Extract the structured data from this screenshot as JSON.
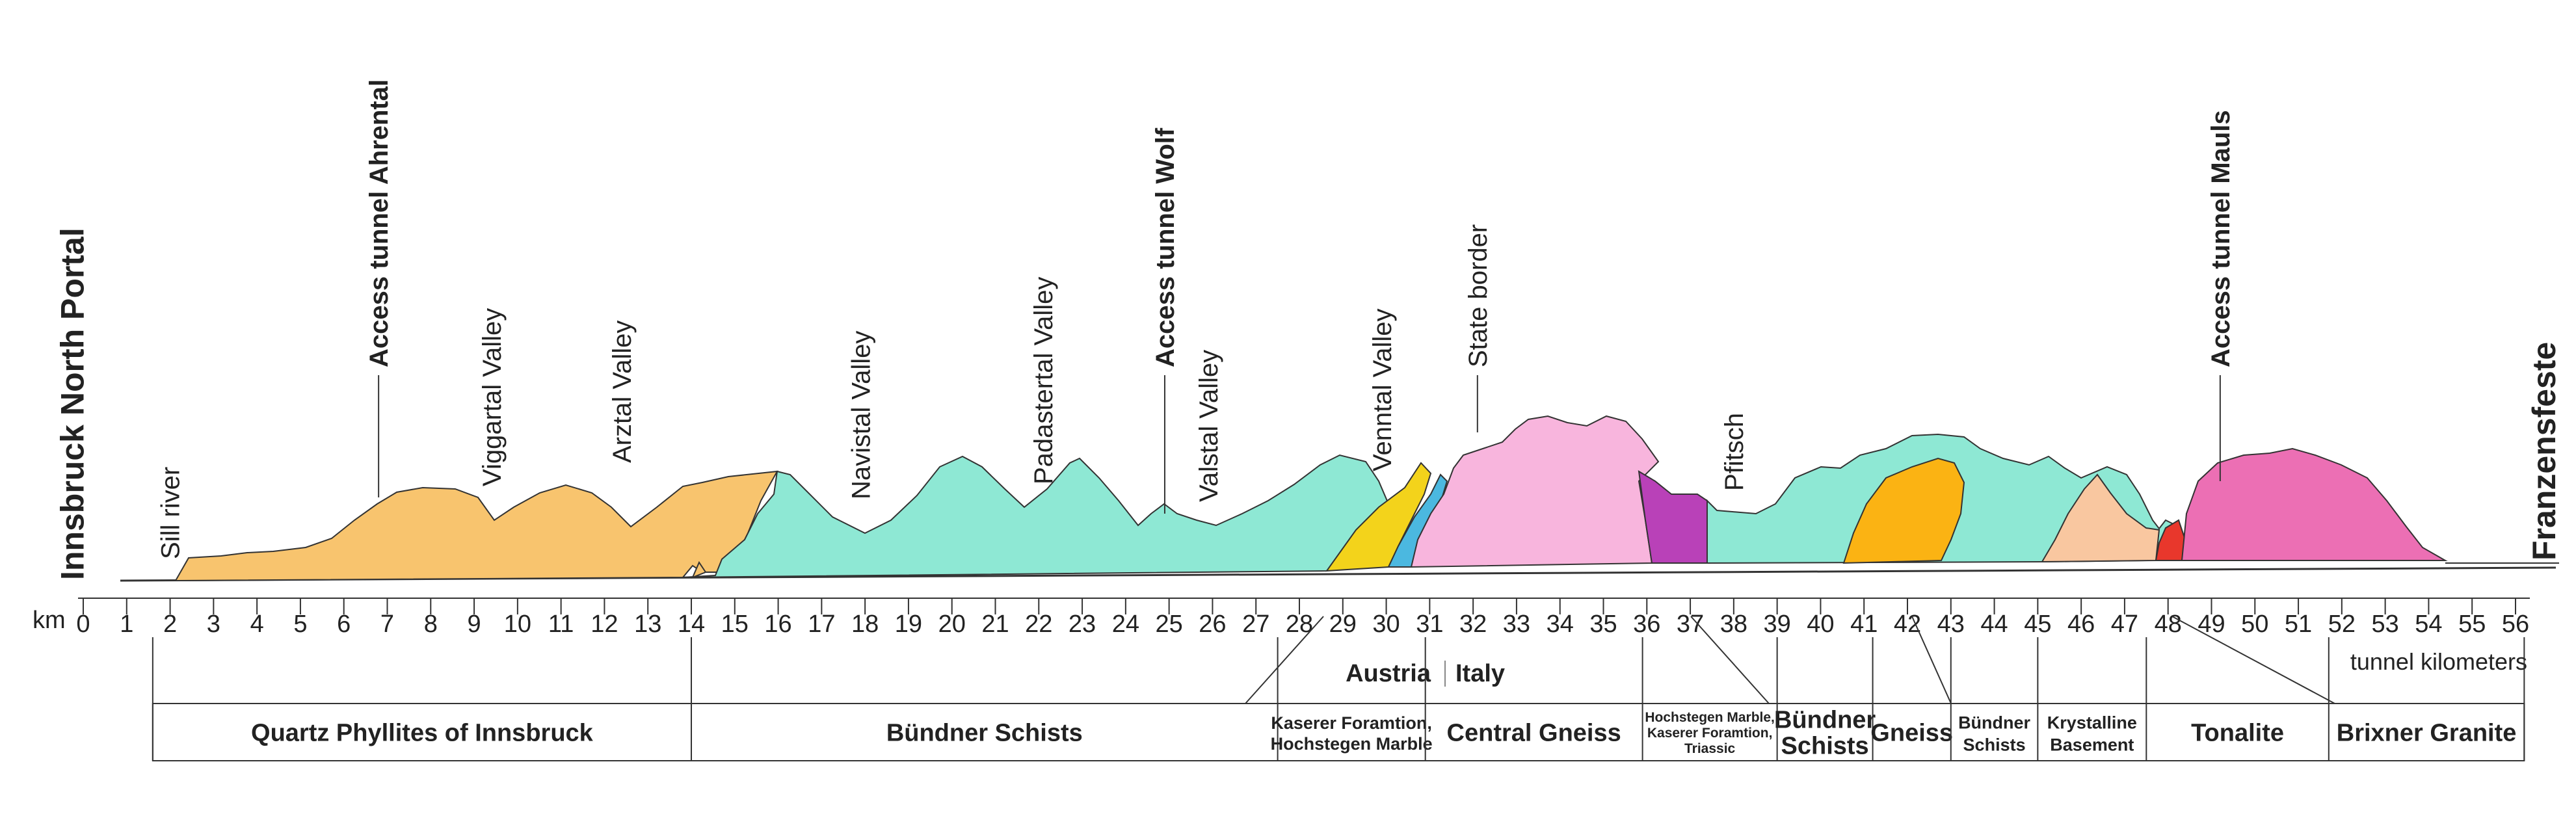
{
  "colors": {
    "quartz_phyllites": "#F8C46E",
    "buendner_schists": "#8EE8D4",
    "kaserer_yellow": "#F3D31B",
    "kaserer_blue": "#4BB8E0",
    "central_gneiss": "#F8B5DD",
    "hochstegen_purple": "#B941B8",
    "gneiss_orange": "#FBB313",
    "krystalline": "#F9C7A0",
    "tonalite_red": "#E8372C",
    "brixner_granite": "#EC6FB4",
    "outline": "#333333"
  },
  "top_labels": [
    {
      "name": "portal-north",
      "text": "Innsbruck North Portal",
      "km": -0.2,
      "bold": true,
      "size": "big"
    },
    {
      "name": "sill-river",
      "text": "Sill river",
      "km": 2.0,
      "bold": false
    },
    {
      "name": "access-ahrental",
      "text": "Access tunnel Ahrental",
      "km": 6.8,
      "bold": true,
      "leader": true
    },
    {
      "name": "viggartal",
      "text": "Viggartal Valley",
      "km": 9.4,
      "bold": false
    },
    {
      "name": "arztal",
      "text": "Arztal Valley",
      "km": 12.4,
      "bold": false
    },
    {
      "name": "navistal",
      "text": "Navistal Valley",
      "km": 17.9,
      "bold": false
    },
    {
      "name": "padastertal",
      "text": "Padastertal Valley",
      "km": 22.1,
      "bold": false
    },
    {
      "name": "access-wolf",
      "text": "Access tunnel Wolf",
      "km": 24.9,
      "bold": true,
      "leader": true
    },
    {
      "name": "valstal",
      "text": "Valstal Valley",
      "km": 25.9,
      "bold": false
    },
    {
      "name": "venntal",
      "text": "Venntal Valley",
      "km": 29.9,
      "bold": false
    },
    {
      "name": "state-border",
      "text": "State border",
      "km": 32.1,
      "bold": false,
      "leader": true
    },
    {
      "name": "pfitsch",
      "text": "Pfitsch",
      "km": 38.0,
      "bold": false
    },
    {
      "name": "access-mauls",
      "text": "Access tunnel Mauls",
      "km": 49.2,
      "bold": true,
      "leader": true
    },
    {
      "name": "franzensfeste",
      "text": "Franzensfeste",
      "km": 56.7,
      "bold": true,
      "size": "big"
    }
  ],
  "axis": {
    "unit": "km",
    "ticks": [
      "0",
      "1",
      "2",
      "3",
      "4",
      "5",
      "6",
      "7",
      "8",
      "9",
      "10",
      "11",
      "12",
      "13",
      "14",
      "15",
      "16",
      "17",
      "18",
      "19",
      "20",
      "21",
      "22",
      "23",
      "24",
      "25",
      "26",
      "27",
      "28",
      "29",
      "30",
      "31",
      "32",
      "33",
      "34",
      "35",
      "36",
      "37",
      "38",
      "39",
      "40",
      "41",
      "42",
      "43",
      "44",
      "45",
      "46",
      "47",
      "48",
      "49",
      "50",
      "51",
      "52",
      "53",
      "54",
      "55",
      "56"
    ],
    "kmin": 0,
    "kmax": 56,
    "tunnel_label": "tunnel kilometers",
    "country_left": "Austria",
    "country_right": "Italy",
    "border_km": 32.1
  },
  "geology": [
    {
      "name": "quartz-phyllites",
      "lines": [
        "Quartz Phyllites of  Innsbruck"
      ],
      "from": 1.6,
      "to": 14.0,
      "style": "large"
    },
    {
      "name": "buendner-schists-1",
      "lines": [
        "Bündner Schists"
      ],
      "from": 14.0,
      "to": 27.5,
      "style": "large"
    },
    {
      "name": "kaserer-formation",
      "lines": [
        "Kaserer Foramtion,",
        "Hochstegen Marble"
      ],
      "from": 27.5,
      "to": 30.9,
      "style": "small"
    },
    {
      "name": "central-gneiss",
      "lines": [
        "Central Gneiss"
      ],
      "from": 30.9,
      "to": 35.9,
      "style": "large"
    },
    {
      "name": "hochstegen-marble",
      "lines": [
        "Hochstegen Marble,",
        "Kaserer Foramtion,",
        "Triassic"
      ],
      "from": 35.9,
      "to": 39.0,
      "style": "tiny"
    },
    {
      "name": "buendner-schists-2",
      "lines": [
        "Bündner",
        "Schists"
      ],
      "from": 39.0,
      "to": 41.2,
      "style": "medium-large"
    },
    {
      "name": "gneiss",
      "lines": [
        "Gneiss"
      ],
      "from": 41.2,
      "to": 43.0,
      "style": "large"
    },
    {
      "name": "buendner-schists-3",
      "lines": [
        "Bündner",
        "Schists"
      ],
      "from": 43.0,
      "to": 45.0,
      "style": "medium"
    },
    {
      "name": "krystalline-basement",
      "lines": [
        "Krystalline",
        "Basement"
      ],
      "from": 45.0,
      "to": 47.5,
      "style": "medium"
    },
    {
      "name": "tonalite",
      "lines": [
        "Tonalite"
      ],
      "from": 47.5,
      "to": 51.7,
      "style": "large"
    },
    {
      "name": "brixner-granite",
      "lines": [
        "Brixner Granite"
      ],
      "from": 51.7,
      "to": 56.2,
      "style": "large"
    }
  ]
}
